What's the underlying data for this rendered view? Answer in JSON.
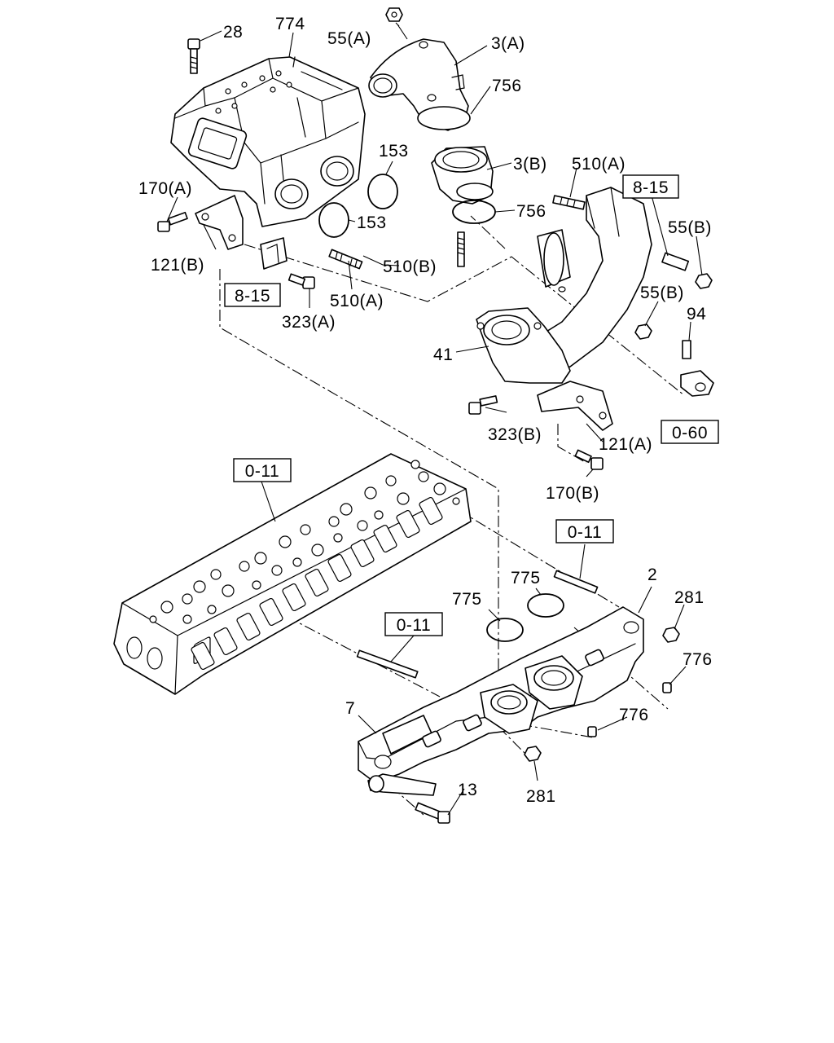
{
  "labels": {
    "l28": "28",
    "l774": "774",
    "l55a": "55(A)",
    "l3a": "3(A)",
    "l756a": "756",
    "l153a": "153",
    "l3b": "3(B)",
    "l510a_top": "510(A)",
    "l170a": "170(A)",
    "l153b": "153",
    "l756b": "756",
    "l55b_top": "55(B)",
    "l121b": "121(B)",
    "l510b": "510(B)",
    "l510a_low": "510(A)",
    "l323a": "323(A)",
    "l55b_mid": "55(B)",
    "l94": "94",
    "l41": "41",
    "l323b": "323(B)",
    "l121a": "121(A)",
    "l170b": "170(B)",
    "l2": "2",
    "l281a": "281",
    "l775a": "775",
    "l775b": "775",
    "l776a": "776",
    "l776b": "776",
    "l7": "7",
    "l13": "13",
    "l281b": "281"
  },
  "references": {
    "ref_8_15_a": "8-15",
    "ref_8_15_b": "8-15",
    "ref_0_60": "0-60",
    "ref_0_11_a": "0-11",
    "ref_0_11_b": "0-11",
    "ref_0_11_c": "0-11"
  }
}
